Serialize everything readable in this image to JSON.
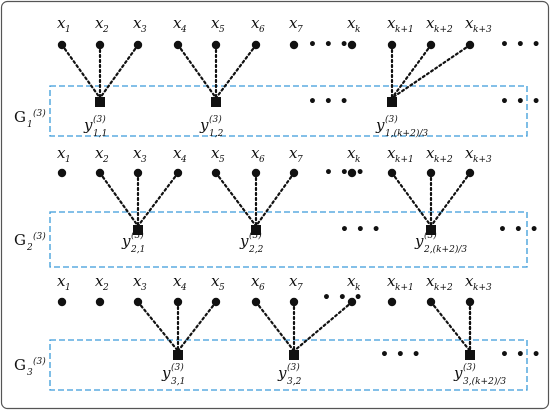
{
  "colors": {
    "frame": "#555555",
    "ellipsis_box": "#3a9bd9",
    "node": "#111111",
    "edge": "#111111"
  },
  "ellipsis": "• • •",
  "rows": [
    {
      "group": {
        "letter": "G",
        "subscript": "1",
        "superscript": "(3)"
      },
      "x_nodes": [
        {
          "letter": "x",
          "subscript": "1"
        },
        {
          "letter": "x",
          "subscript": "2"
        },
        {
          "letter": "x",
          "subscript": "3"
        },
        {
          "letter": "x",
          "subscript": "4"
        },
        {
          "letter": "x",
          "subscript": "5"
        },
        {
          "letter": "x",
          "subscript": "6"
        },
        {
          "letter": "x",
          "subscript": "7"
        },
        {
          "letter": "x",
          "subscript": "k"
        },
        {
          "letter": "x",
          "subscript": "k+1"
        },
        {
          "letter": "x",
          "subscript": "k+2"
        },
        {
          "letter": "x",
          "subscript": "k+3"
        }
      ],
      "y_nodes": [
        {
          "letter": "y",
          "superscript": "(3)",
          "subscript": "1,1"
        },
        {
          "letter": "y",
          "superscript": "(3)",
          "subscript": "1,2"
        },
        {
          "letter": "y",
          "superscript": "(3)",
          "subscript": "1,(k+2)/3"
        }
      ]
    },
    {
      "group": {
        "letter": "G",
        "subscript": "2",
        "superscript": "(3)"
      },
      "x_nodes": [
        {
          "letter": "x",
          "subscript": "1"
        },
        {
          "letter": "x",
          "subscript": "2"
        },
        {
          "letter": "x",
          "subscript": "3"
        },
        {
          "letter": "x",
          "subscript": "4"
        },
        {
          "letter": "x",
          "subscript": "5"
        },
        {
          "letter": "x",
          "subscript": "6"
        },
        {
          "letter": "x",
          "subscript": "7"
        },
        {
          "letter": "x",
          "subscript": "k"
        },
        {
          "letter": "x",
          "subscript": "k+1"
        },
        {
          "letter": "x",
          "subscript": "k+2"
        },
        {
          "letter": "x",
          "subscript": "k+3"
        }
      ],
      "y_nodes": [
        {
          "letter": "y",
          "superscript": "(3)",
          "subscript": "2,1"
        },
        {
          "letter": "y",
          "superscript": "(3)",
          "subscript": "2,2"
        },
        {
          "letter": "y",
          "superscript": "(3)",
          "subscript": "2,(k+2)/3"
        }
      ]
    },
    {
      "group": {
        "letter": "G",
        "subscript": "3",
        "superscript": "(3)"
      },
      "x_nodes": [
        {
          "letter": "x",
          "subscript": "1"
        },
        {
          "letter": "x",
          "subscript": "2"
        },
        {
          "letter": "x",
          "subscript": "3"
        },
        {
          "letter": "x",
          "subscript": "4"
        },
        {
          "letter": "x",
          "subscript": "5"
        },
        {
          "letter": "x",
          "subscript": "6"
        },
        {
          "letter": "x",
          "subscript": "7"
        },
        {
          "letter": "x",
          "subscript": "k"
        },
        {
          "letter": "x",
          "subscript": "k+1"
        },
        {
          "letter": "x",
          "subscript": "k+2"
        },
        {
          "letter": "x",
          "subscript": "k+3"
        }
      ],
      "y_nodes": [
        {
          "letter": "y",
          "superscript": "(3)",
          "subscript": "3,1"
        },
        {
          "letter": "y",
          "superscript": "(3)",
          "subscript": "3,2"
        },
        {
          "letter": "y",
          "superscript": "(3)",
          "subscript": "3,(k+2)/3"
        }
      ]
    }
  ]
}
